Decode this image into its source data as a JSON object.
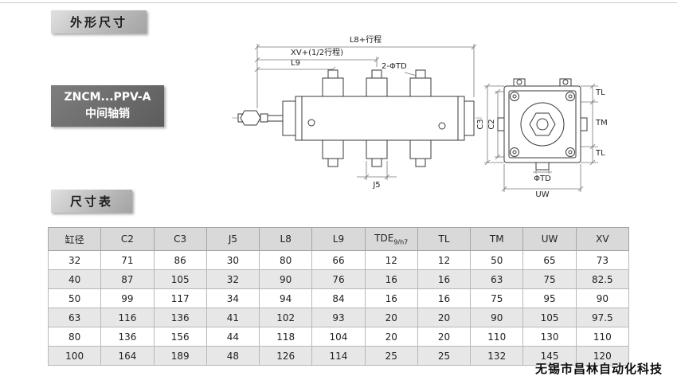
{
  "sections": {
    "outline_title": "外形尺寸",
    "table_title": "尺寸表"
  },
  "model": {
    "line1": "ZNCM...PPV-A",
    "line2": "中间轴销"
  },
  "diagram": {
    "labels": {
      "l8": "L8+行程",
      "xv": "XV+(1/2行程)",
      "l9": "L9",
      "td2": "2-ΦTD",
      "j5": "J5",
      "c3": "C3",
      "c2": "C2",
      "tl_top": "TL",
      "tm": "TM",
      "tl_bottom": "TL",
      "phi_td": "ΦTD",
      "uw": "UW"
    }
  },
  "table": {
    "headers": [
      "缸径",
      "C2",
      "C3",
      "J5",
      "L8",
      "L9",
      "TDE",
      "TL",
      "TM",
      "UW",
      "XV"
    ],
    "tde_sub": "9/h7",
    "tde_sub_col": 6,
    "rows": [
      [
        "32",
        "71",
        "86",
        "30",
        "80",
        "66",
        "12",
        "12",
        "50",
        "65",
        "73"
      ],
      [
        "40",
        "87",
        "105",
        "32",
        "90",
        "76",
        "16",
        "16",
        "63",
        "75",
        "82.5"
      ],
      [
        "50",
        "99",
        "117",
        "34",
        "94",
        "84",
        "16",
        "16",
        "75",
        "95",
        "90"
      ],
      [
        "63",
        "116",
        "136",
        "41",
        "102",
        "93",
        "20",
        "20",
        "90",
        "105",
        "97.5"
      ],
      [
        "80",
        "136",
        "156",
        "44",
        "118",
        "104",
        "20",
        "20",
        "110",
        "130",
        "110"
      ],
      [
        "100",
        "164",
        "189",
        "48",
        "126",
        "114",
        "25",
        "25",
        "132",
        "145",
        "120"
      ]
    ]
  },
  "footer": {
    "watermark": "无锡市昌林自动化科技"
  },
  "colors": {
    "label_box_gray": "#bcbcbc",
    "model_box_gray": "#6c6c6c",
    "table_header_gray": "#d9d9d9",
    "table_alt_row_gray": "#e7e7e7"
  }
}
